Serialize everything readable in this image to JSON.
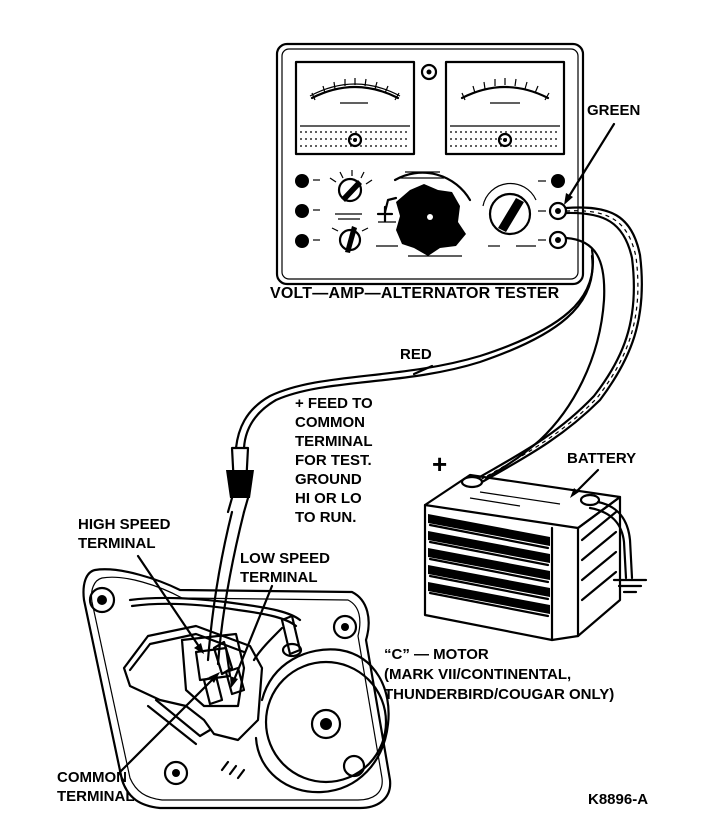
{
  "labels": {
    "tester_title": "VOLT—AMP—ALTERNATOR TESTER",
    "green": "GREEN",
    "red": "RED",
    "feed_note": "+ FEED TO\nCOMMON\nTERMINAL\nFOR TEST.\nGROUND\nHI OR LO\nTO RUN.",
    "battery": "BATTERY",
    "battery_plus": "+",
    "high_speed": "HIGH SPEED\nTERMINAL",
    "low_speed": "LOW SPEED\nTERMINAL",
    "motor": "“C” — MOTOR\n(MARK VII/CONTINENTAL,\nTHUNDERBIRD/COUGAR ONLY)",
    "common": "COMMON\nTERMINAL",
    "figure_id": "K8896-A"
  }
}
